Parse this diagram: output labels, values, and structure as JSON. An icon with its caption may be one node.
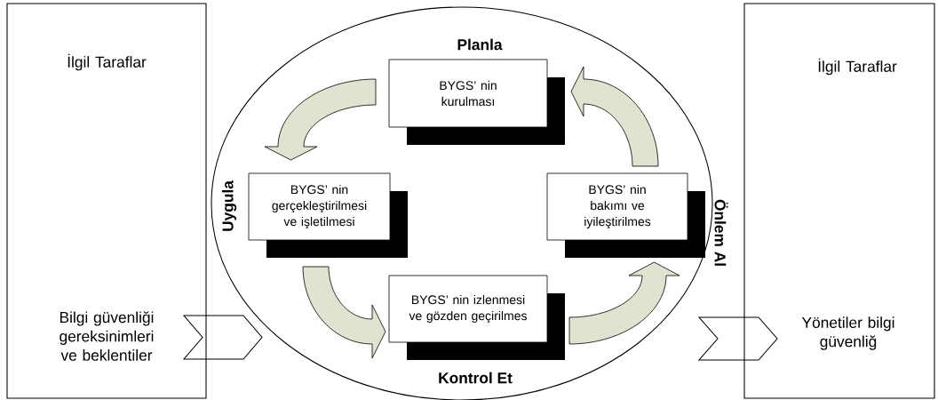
{
  "diagram": {
    "nodes": [
      {
        "text": [
          "İlgil Taraflar",
          "Bilgi güvenliği gereksinimleri ve beklentiler"
        ]
      },
      {
        "text": [
          "Planla",
          "Uygula",
          "Kontrol Et",
          "Önlem Al"
        ]
      },
      {
        "text": [
          "BYGS’ nin kurulması"
        ],
        "in": 1
      },
      {
        "text": [
          "BYGS’ nin gerçekleştirilmesi ve işletilmesi"
        ],
        "in": 1
      },
      {
        "text": [
          "BYGS’ nin izlenmesi ve gözden geçirilmes"
        ],
        "in": 1
      },
      {
        "text": [
          "BYGS’ nin bakımı ve iyileştirilmes"
        ],
        "in": 1
      },
      {
        "text": [
          "İlgil Taraflar",
          "Yönetiler bilgi güvenliğ"
        ]
      }
    ],
    "edges": [
      {
        "from": 2,
        "to": 3,
        "arrow": "to"
      },
      {
        "from": 3,
        "to": 4,
        "arrow": "to"
      },
      {
        "from": 4,
        "to": 5,
        "arrow": "to"
      },
      {
        "from": 5,
        "to": 2,
        "arrow": "to"
      },
      {
        "from": 0,
        "to": 1,
        "arrow": "to"
      },
      {
        "from": 1,
        "to": 6,
        "arrow": "to"
      }
    ]
  }
}
